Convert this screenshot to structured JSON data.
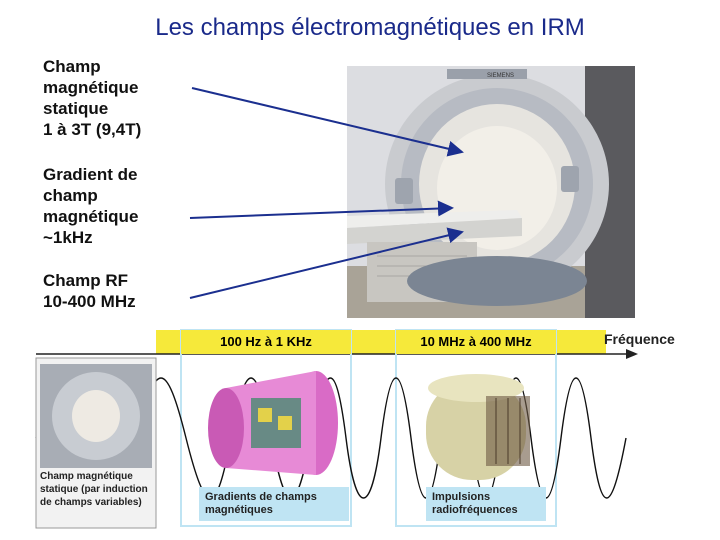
{
  "title": "Les champs électromagnétiques en IRM",
  "labels": {
    "static_field": [
      "Champ",
      "magnétique",
      "statique",
      "1 à 3T (9,4T)"
    ],
    "gradient": [
      "Gradient de",
      "champ",
      "magnétique",
      "~1kHz"
    ],
    "rf": [
      "Champ RF",
      "10-400 MHz"
    ]
  },
  "spectrum": {
    "axis_label": "Fréquence",
    "band_low": "100 Hz à 1 KHz",
    "band_high": "10 MHz à 400 MHz",
    "gradient_caption": [
      "Gradients de champs",
      "magnétiques"
    ],
    "rf_caption": [
      "Impulsions",
      "radiofréquences"
    ],
    "static_caption": [
      "Champ magnétique",
      "statique (par induction",
      "de champs variables)"
    ]
  },
  "colors": {
    "title": "#1a2a8a",
    "arrow": "#1b2f8f",
    "band_yellow": "#f6e93a",
    "band_blue": "#bfe4f3"
  },
  "mri_brand": "SIEMENS"
}
